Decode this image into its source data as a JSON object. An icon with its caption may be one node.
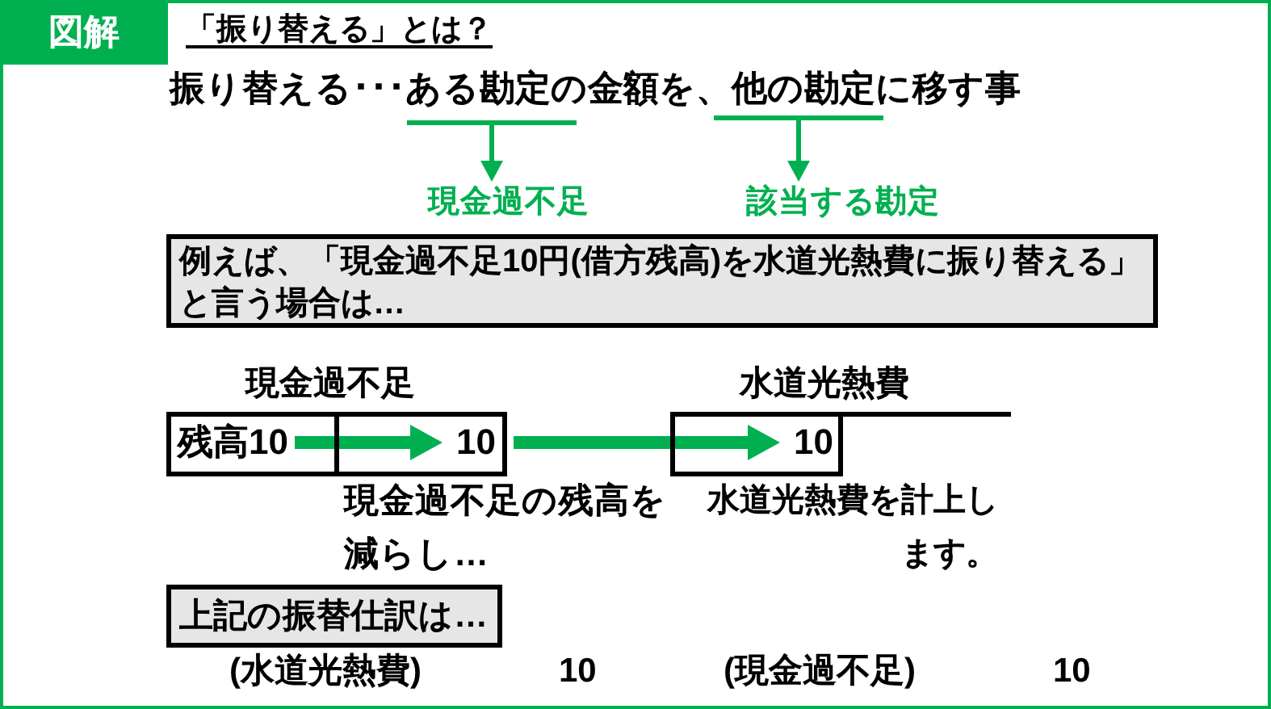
{
  "diagram": {
    "title": "「振り替える」とは？",
    "nodes": [
      {
        "text": [
          "図解"
        ]
      },
      {
        "text": [
          "振り替える･･･ある勘定の金額を、他の勘定に移す事"
        ]
      },
      {
        "text": [
          "現金過不足"
        ]
      },
      {
        "text": [
          "該当する勘定"
        ]
      },
      {
        "text": [
          "例えば、「現金過不足10円(借方残高)を水道光熱費に振り替える」と言う場合は…"
        ]
      },
      {
        "text": [
          "現金過不足"
        ]
      },
      {
        "text": [
          "残高10"
        ],
        "in": 5
      },
      {
        "text": [
          "10"
        ],
        "in": 5
      },
      {
        "text": [
          "水道光熱費"
        ]
      },
      {
        "text": [
          "10"
        ],
        "in": 8
      },
      {
        "text": [
          "上記の振替仕訳は…"
        ]
      }
    ],
    "edges": [
      {
        "from": 1,
        "to": 2,
        "arrow": "to"
      },
      {
        "from": 1,
        "to": 3,
        "arrow": "to"
      },
      {
        "from": 6,
        "to": 7,
        "arrow": "to",
        "style": "thick"
      },
      {
        "from": 7,
        "to": 9,
        "arrow": "to",
        "style": "thick"
      }
    ],
    "labels": [
      "現金過不足の残高を減らし…",
      "水道光熱費を計上します。",
      "(水道光熱費)",
      "10",
      "(現金過不足)",
      "10"
    ]
  }
}
